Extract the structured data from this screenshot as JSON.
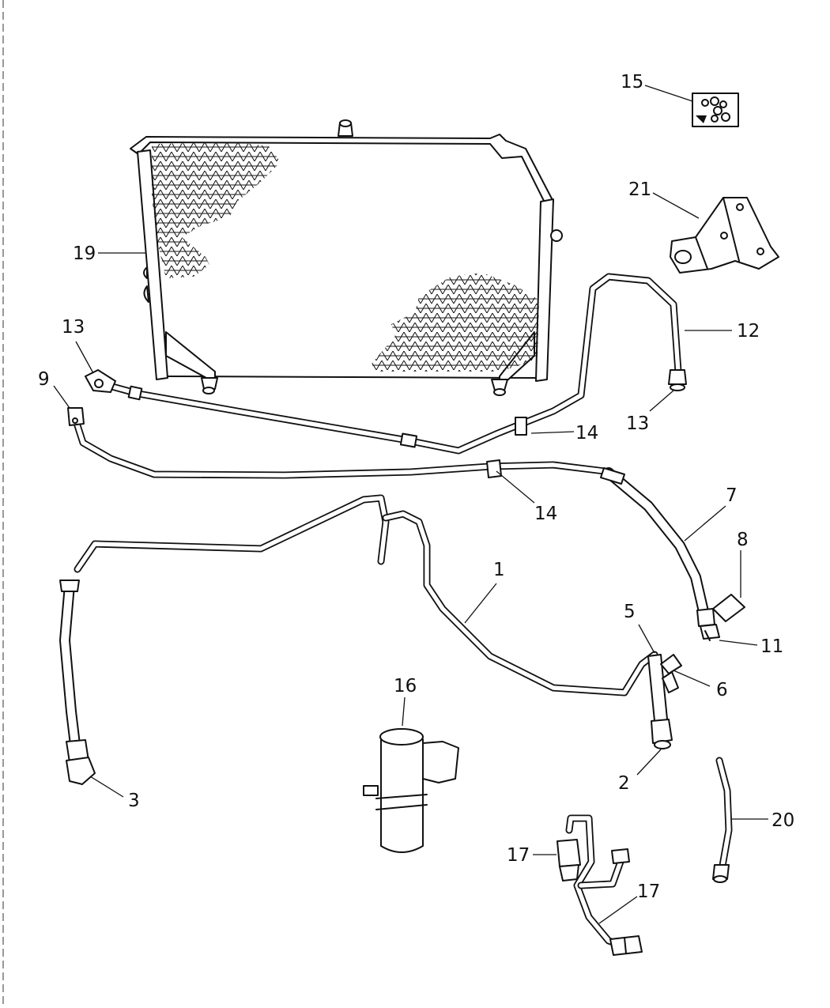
{
  "callouts": [
    {
      "id": "1",
      "label": "1"
    },
    {
      "id": "2",
      "label": "2"
    },
    {
      "id": "3",
      "label": "3"
    },
    {
      "id": "5",
      "label": "5"
    },
    {
      "id": "6",
      "label": "6"
    },
    {
      "id": "7",
      "label": "7"
    },
    {
      "id": "8",
      "label": "8"
    },
    {
      "id": "9",
      "label": "9"
    },
    {
      "id": "11",
      "label": "11"
    },
    {
      "id": "12",
      "label": "12"
    },
    {
      "id": "13a",
      "label": "13"
    },
    {
      "id": "13b",
      "label": "13"
    },
    {
      "id": "14a",
      "label": "14"
    },
    {
      "id": "14b",
      "label": "14"
    },
    {
      "id": "15",
      "label": "15"
    },
    {
      "id": "16",
      "label": "16"
    },
    {
      "id": "17a",
      "label": "17"
    },
    {
      "id": "17b",
      "label": "17"
    },
    {
      "id": "19",
      "label": "19"
    },
    {
      "id": "20",
      "label": "20"
    },
    {
      "id": "21",
      "label": "21"
    }
  ]
}
